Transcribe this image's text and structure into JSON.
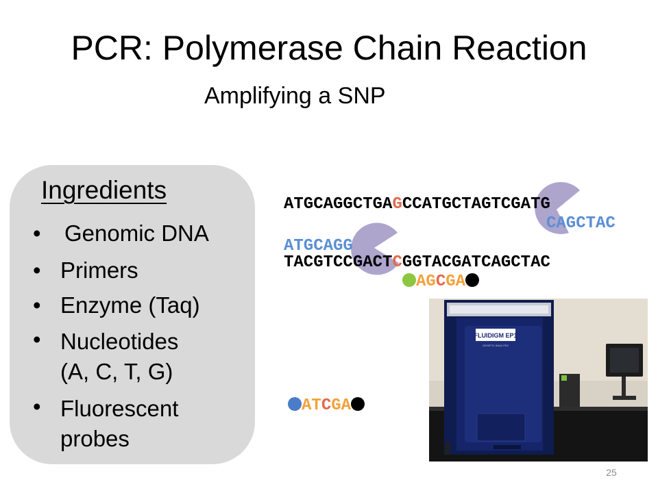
{
  "slide": {
    "title": "PCR: Polymerase Chain Reaction",
    "subtitle": "Amplifying a SNP",
    "page_number": "25"
  },
  "ingredients": {
    "heading": "Ingredients",
    "bullet": "•",
    "items": [
      {
        "lines": [
          "Genomic DNA"
        ]
      },
      {
        "lines": [
          "Primers"
        ]
      },
      {
        "lines": [
          "Enzyme (Taq)"
        ]
      },
      {
        "lines": [
          "Nucleotides",
          "(A, C, T, G)"
        ]
      },
      {
        "lines": [
          "Fluorescent",
          "probes"
        ]
      }
    ]
  },
  "dna": {
    "top_strand": {
      "left": "ATGCAGGCTGA",
      "snp": "G",
      "right": "CCATGCTAGTCGATG"
    },
    "primer_right": "CAGCTAC",
    "primer_left": "ATGCAGG",
    "bottom_strand": {
      "left": "TACGTCCGACT",
      "snp": "C",
      "right": "GGTACGATCAGCTAC"
    },
    "probe_1": {
      "a": "AG",
      "b": "C",
      "c": "GA"
    },
    "probe_2": {
      "a": "AT",
      "b": "C",
      "c": "GA"
    }
  },
  "photo": {
    "device_label": "FLUIDIGM EP1",
    "device_sublabel": "GENETIC ANALYSIS"
  },
  "colors": {
    "primer_blue": "#5b8fd4",
    "snp_red": "#e26a4e",
    "probe_orange": "#f2a23c",
    "probe_dot_green": "#8dc63f",
    "probe_dot_blue": "#4a7cc9",
    "polymerase_purple": "#a59bc8",
    "panel_gray": "#d9d9d9"
  }
}
